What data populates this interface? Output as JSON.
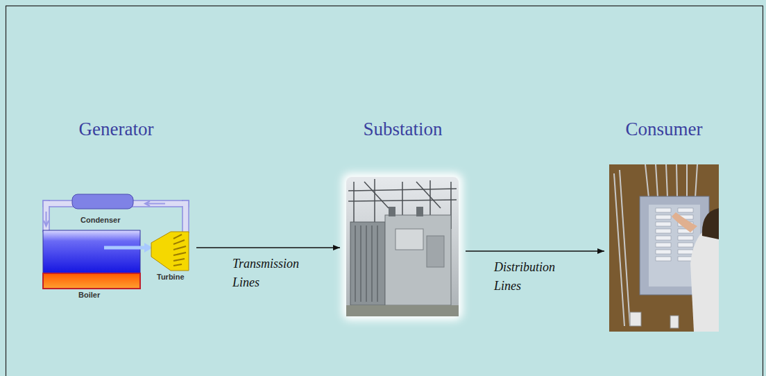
{
  "diagram": {
    "nodes": [
      {
        "text": [
          "Generator"
        ]
      },
      {
        "text": [
          "Substation"
        ]
      },
      {
        "text": [
          "Consumer"
        ]
      }
    ],
    "edges": [
      {
        "from": 0,
        "to": 1,
        "arrow": "to",
        "label": "Transmission Lines"
      },
      {
        "from": 1,
        "to": 2,
        "arrow": "to",
        "label": "Distribution Lines"
      }
    ],
    "labels": [
      "Condenser",
      "Turbine",
      "Boiler"
    ]
  }
}
